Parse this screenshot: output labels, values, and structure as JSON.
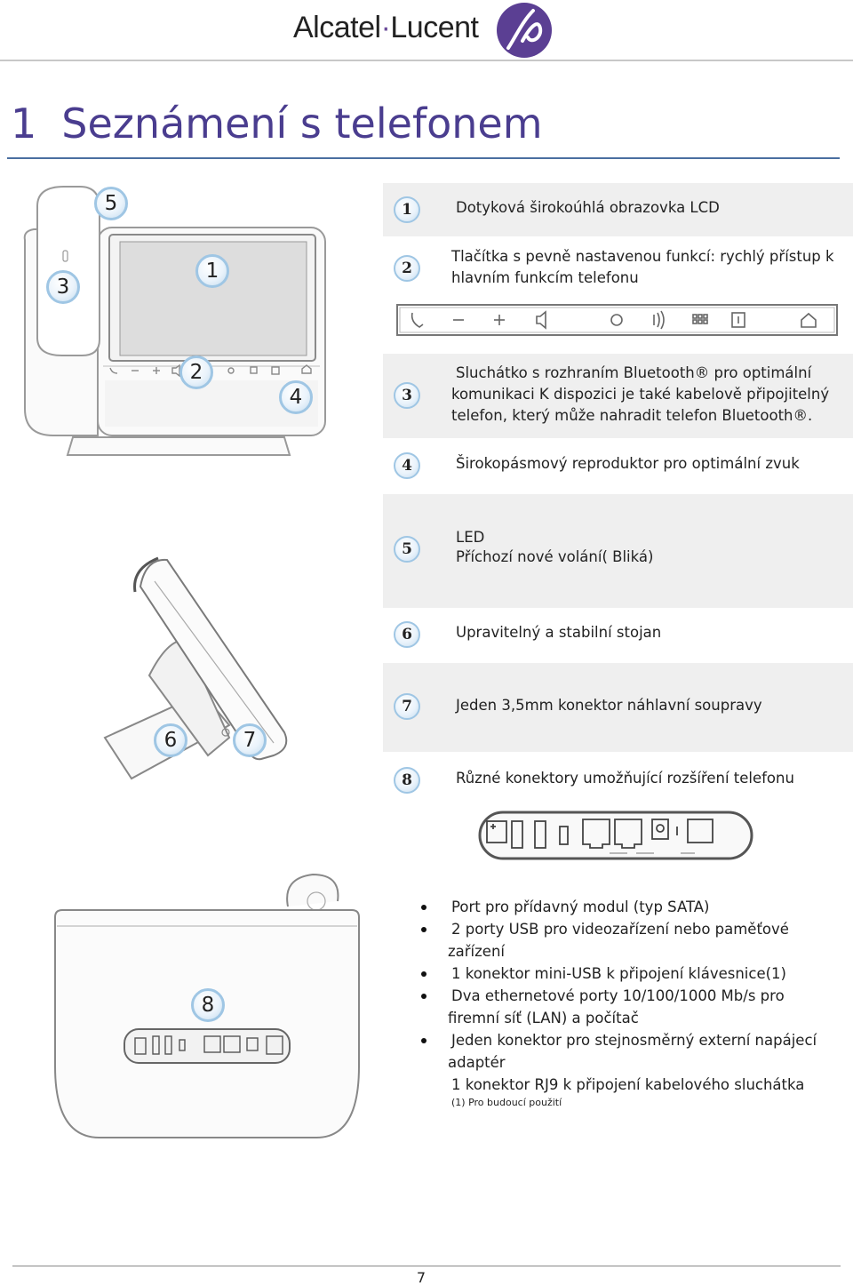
{
  "header": {
    "brand_part1": "Alcatel",
    "brand_separator": "·",
    "brand_part2": "Lucent",
    "brand_color": "#6b4c9a"
  },
  "title": {
    "number": "1",
    "text": "Seznámení s telefonem",
    "color": "#4a3d8f"
  },
  "features": [
    {
      "num": "1",
      "lines": [
        "Dotyková širokoúhlá obrazovka LCD"
      ]
    },
    {
      "num": "2",
      "lines": [
        "Tlačítka s pevně nastavenou funkcí: rychlý přístup k",
        "hlavním funkcím telefonu"
      ]
    },
    {
      "num": "3",
      "lines": [
        "Sluchátko s rozhraním Bluetooth® pro optimální",
        "komunikaci K dispozici je také kabelově připojitelný",
        "telefon, který může nahradit telefon Bluetooth®."
      ]
    },
    {
      "num": "4",
      "lines": [
        "Širokopásmový reproduktor pro optimální zvuk"
      ]
    },
    {
      "num": "5",
      "lines": [
        "LED",
        "Příchozí nové volání( Bliká)"
      ]
    },
    {
      "num": "6",
      "lines": [
        "Upravitelný a stabilní stojan"
      ]
    },
    {
      "num": "7",
      "lines": [
        "Jeden 3,5mm konektor náhlavní soupravy"
      ]
    },
    {
      "num": "8",
      "lines": [
        "Různé konektory umožňující rozšíření telefonu"
      ]
    }
  ],
  "function_keys": [
    "handset-icon",
    "minus-icon",
    "plus-icon",
    "speaker-icon",
    "circle-icon",
    "hands-free-icon",
    "keypad-icon",
    "info-icon",
    "home-icon"
  ],
  "connectors": [
    "sata-port",
    "usb-port",
    "usb-port",
    "mini-usb-port",
    "ethernet-port",
    "ethernet-port",
    "dc-jack",
    "rj9-port"
  ],
  "bullets": [
    {
      "lines": [
        "Port pro přídavný modul (typ SATA)"
      ]
    },
    {
      "lines": [
        "2 porty USB pro videozařízení nebo paměťové",
        "zařízení"
      ]
    },
    {
      "lines": [
        "1 konektor mini-USB k připojení klávesnice(1)"
      ]
    },
    {
      "lines": [
        "Dva ethernetové porty 10/100/1000 Mb/s pro",
        "firemní síť (LAN) a počítač"
      ]
    },
    {
      "lines": [
        "Jeden konektor pro stejnosměrný externí napájecí",
        "adaptér"
      ]
    },
    {
      "lines": [
        "1 konektor RJ9 k připojení kabelového sluchátka"
      ],
      "no_dot": true
    }
  ],
  "footnote": "(1) Pro budoucí použití",
  "callouts": {
    "front": [
      "5",
      "1",
      "3",
      "2",
      "4"
    ],
    "side": [
      "6",
      "7"
    ],
    "back": [
      "8"
    ]
  },
  "page_number": "7",
  "colors": {
    "badge_border": "#9fc6e4",
    "row_shade": "#efefef",
    "title_rule": "#4a6fa0"
  }
}
